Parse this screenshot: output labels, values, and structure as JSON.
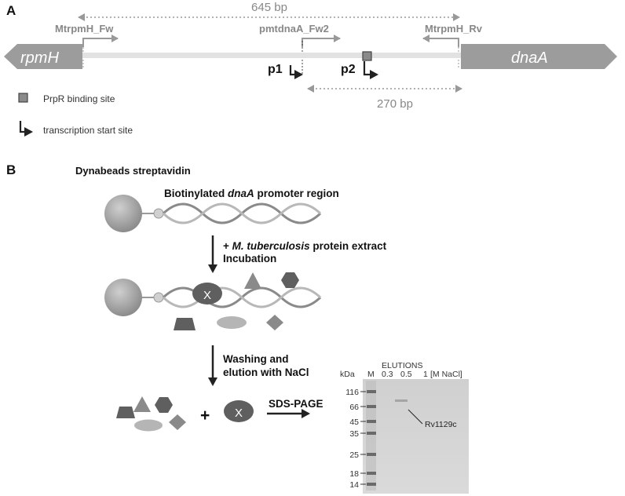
{
  "panel_a": {
    "label": "A",
    "span_total": "645 bp",
    "span_short": "270 bp",
    "primers": {
      "fw": "MtrpmH_Fw",
      "fw2": "pmtdnaA_Fw2",
      "rv": "MtrpmH_Rv"
    },
    "genes": {
      "left": "rpmH",
      "right": "dnaA"
    },
    "promoters": {
      "p1": "p1",
      "p2": "p2"
    },
    "legend": {
      "binding_site": "PrpR binding site",
      "tss": "transcription start site"
    }
  },
  "panel_b": {
    "label": "B",
    "beads_title": "Dynabeads streptavidin",
    "biotin_prefix": "Biotinylated ",
    "biotin_gene": "dnaA",
    "biotin_suffix": " promoter region",
    "step1_prefix": "+ ",
    "step1_species": "M. tuberculosis",
    "step1_suffix": " protein extract",
    "step1_line2": "Incubation",
    "step2_line1": "Washing and",
    "step2_line2": "elution with NaCl",
    "plus": "+",
    "x_label": "X",
    "sds_page": "SDS-PAGE",
    "gel": {
      "kda": "kDa",
      "elutions": "ELUTIONS",
      "lane_m": "M",
      "lane_03": "0.3",
      "lane_05": "0.5",
      "lane_1": "1",
      "unit": "[M NaCl]",
      "markers": [
        "116",
        "66",
        "45",
        "35",
        "25",
        "18",
        "14"
      ],
      "band": "Rv1129c"
    }
  },
  "colors": {
    "shape_dark": "#5f5f5f",
    "shape_mid": "#8a8a8a",
    "shape_light": "#b5b5b5",
    "gene_box": "#9c9c9c",
    "gel_bg": "#d6d6d6"
  }
}
